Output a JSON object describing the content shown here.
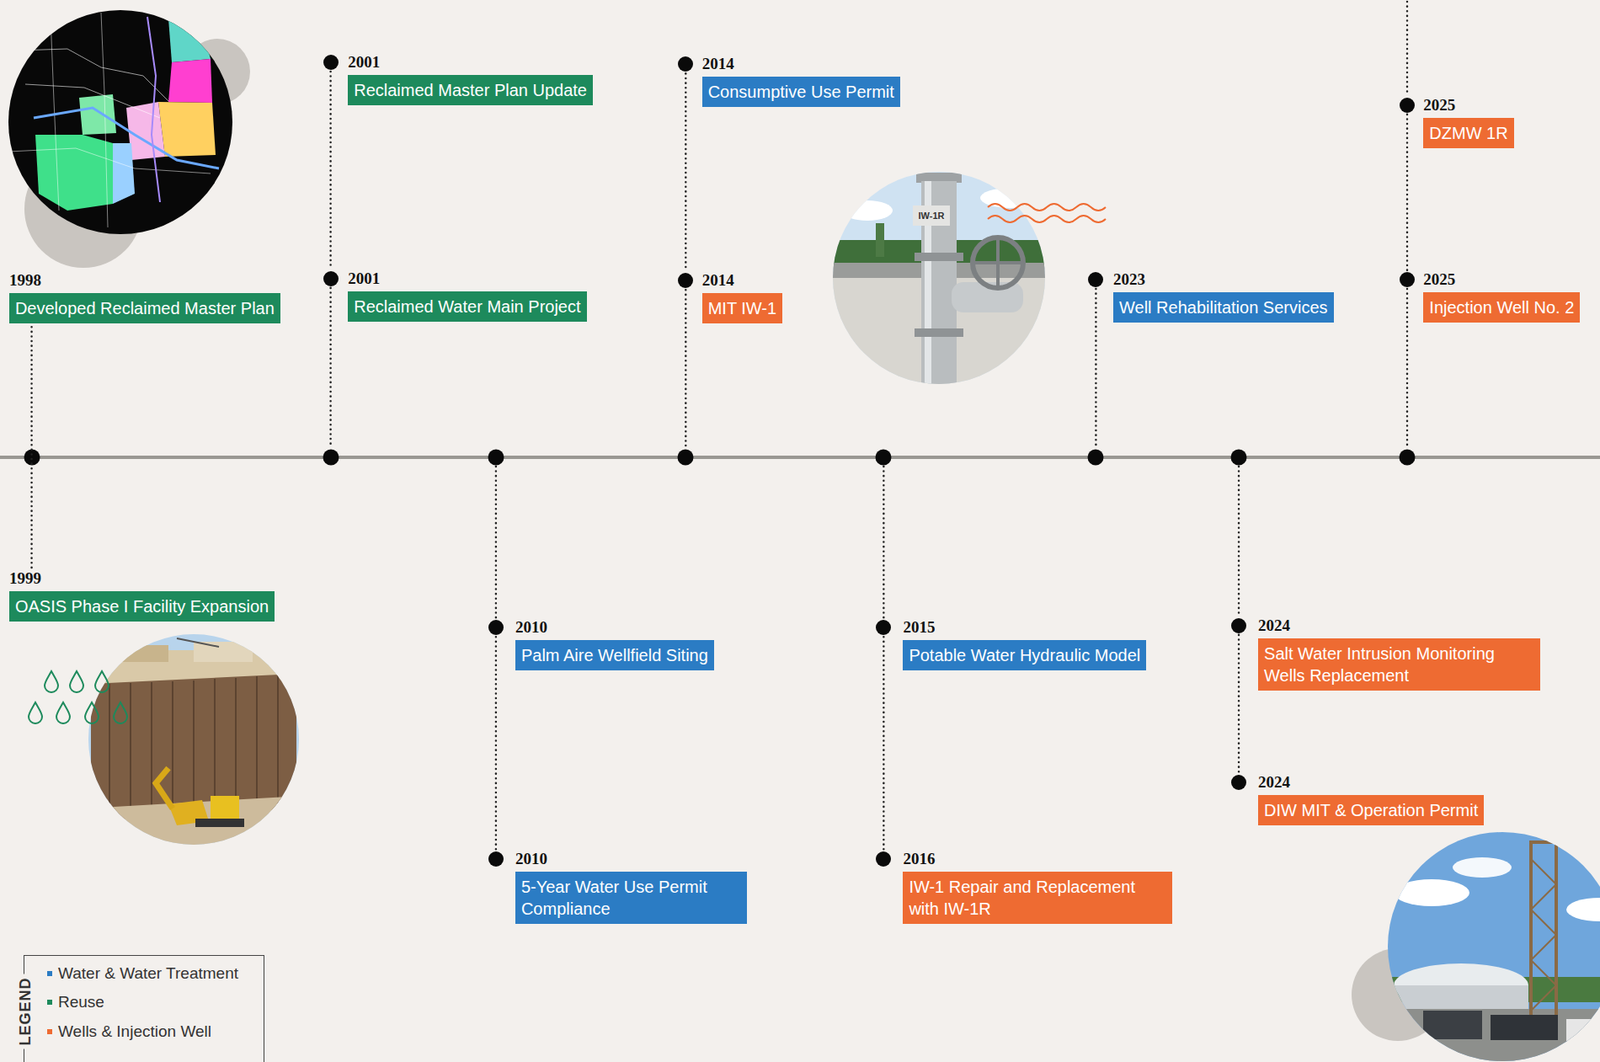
{
  "diagram": {
    "nodes": [
      {
        "text": [
          "1998",
          "Developed Reclaimed Master Plan"
        ]
      },
      {
        "text": [
          "1999",
          "OASIS Phase I Facility Expansion"
        ]
      },
      {
        "text": [
          "2001",
          "Reclaimed Master Plan Update"
        ]
      },
      {
        "text": [
          "2001",
          "Reclaimed Water Main Project"
        ]
      },
      {
        "text": [
          "2010",
          "Palm Aire Wellfield Siting"
        ]
      },
      {
        "text": [
          "2010",
          "5-Year Water Use Permit Compliance"
        ]
      },
      {
        "text": [
          "2014",
          "Consumptive Use Permit"
        ]
      },
      {
        "text": [
          "2014",
          "MIT IW-1"
        ]
      },
      {
        "text": [
          "2015",
          "Potable Water Hydraulic Model"
        ]
      },
      {
        "text": [
          "2016",
          "IW-1 Repair and Replacement with IW-1R"
        ]
      },
      {
        "text": [
          "2023",
          "Well Rehabilitation Services"
        ]
      },
      {
        "text": [
          "2024",
          "Salt Water Intrusion Monitoring Wells Replacement"
        ]
      },
      {
        "text": [
          "2024",
          "DIW MIT & Operation Permit"
        ]
      },
      {
        "text": [
          "2025",
          "DZMW 1R"
        ]
      },
      {
        "text": [
          "2025",
          "Injection Well No. 2"
        ]
      }
    ],
    "edges": [
      {
        "from": 0,
        "to": 1,
        "arrow": "none"
      },
      {
        "from": 2,
        "to": 3,
        "arrow": "none"
      },
      {
        "from": 4,
        "to": 5,
        "arrow": "none"
      },
      {
        "from": 6,
        "to": 7,
        "arrow": "none"
      },
      {
        "from": 8,
        "to": 9,
        "arrow": "none"
      },
      {
        "from": 11,
        "to": 12,
        "arrow": "none"
      },
      {
        "from": 13,
        "to": 14,
        "arrow": "none"
      }
    ],
    "labels": [
      "LEGEND",
      "IW-1R"
    ],
    "legend": [
      {
        "text": "Water & Water Treatment",
        "color": "#2b7cc4"
      },
      {
        "text": "Reuse",
        "color": "#1d8a5c"
      },
      {
        "text": "Wells & Injection Well",
        "color": "#ee6b32"
      }
    ]
  }
}
